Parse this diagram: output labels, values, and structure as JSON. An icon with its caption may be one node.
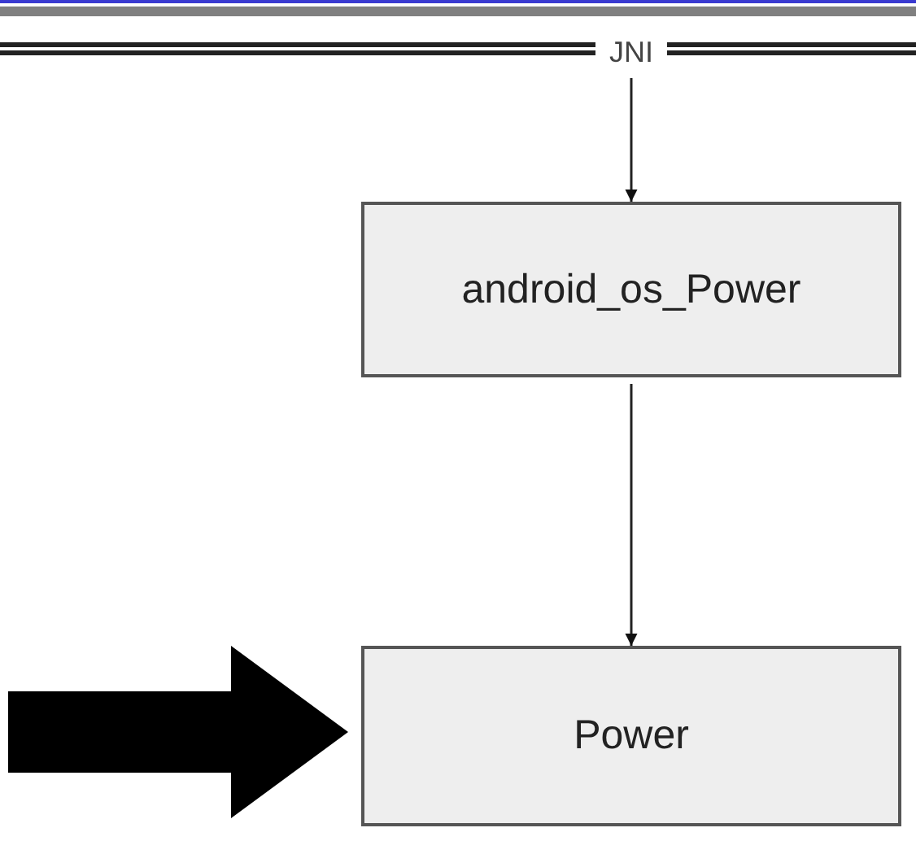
{
  "diagram": {
    "nodes": [
      {
        "text": [
          "JNI"
        ]
      },
      {
        "text": [
          "android_os_Power"
        ]
      },
      {
        "text": [
          "Power"
        ]
      }
    ],
    "edges": [
      {
        "from": 0,
        "to": 1,
        "arrow": "to"
      },
      {
        "from": 1,
        "to": 2,
        "arrow": "to"
      },
      {
        "from": null,
        "to": 2,
        "arrow": "to",
        "style": "thick",
        "color": "#000000"
      }
    ]
  }
}
